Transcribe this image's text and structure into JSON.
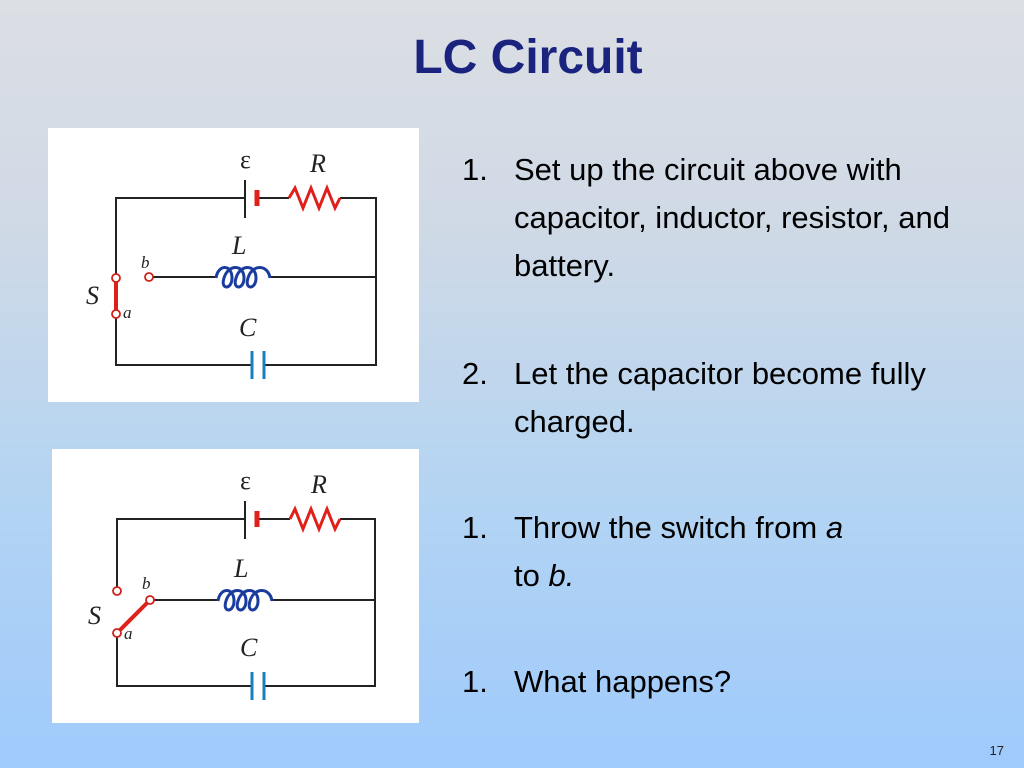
{
  "slide": {
    "title": "LC Circuit",
    "page_number": "17"
  },
  "diagram_1": {
    "emf_label": "ε",
    "resistor_label": "R",
    "inductor_label": "L",
    "capacitor_label": "C",
    "switch_label": "S",
    "terminal_a_label": "a",
    "terminal_b_label": "b",
    "switch_position": "a"
  },
  "diagram_2": {
    "emf_label": "ε",
    "resistor_label": "R",
    "inductor_label": "L",
    "capacitor_label": "C",
    "switch_label": "S",
    "terminal_a_label": "a",
    "terminal_b_label": "b",
    "switch_position": "b"
  },
  "steps": [
    {
      "number": "1.",
      "text": "Set up the circuit above with capacitor, inductor, resistor, and battery."
    },
    {
      "number": "2.",
      "text": "Let the capacitor become fully charged."
    },
    {
      "number": "1.",
      "text_before": "Throw the switch from ",
      "italic_1": "a",
      "text_middle": " to ",
      "italic_2": "b."
    },
    {
      "number": "1.",
      "text": "What happens?"
    }
  ]
}
